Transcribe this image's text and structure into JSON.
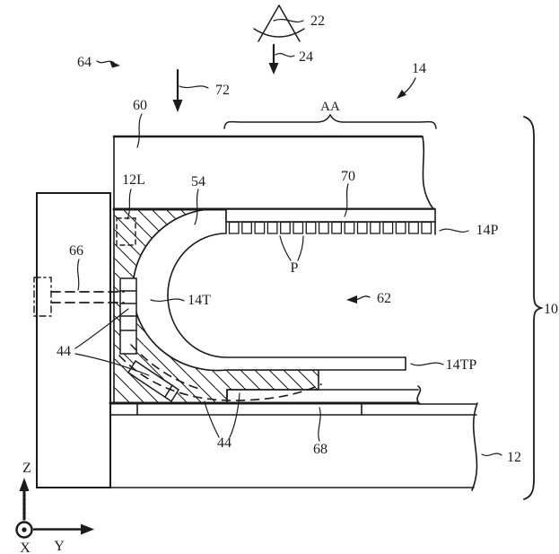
{
  "figure": {
    "kind": "patent cross-section technical drawing",
    "subject": "foldable display device cross-section with curved display band, pixel layer and substrates"
  },
  "colors": {
    "ink": "#1b1b1b",
    "background": "#ffffff"
  },
  "labels": {
    "n22": "22",
    "n24": "24",
    "n64": "64",
    "n72": "72",
    "n60": "60",
    "n14": "14",
    "aa": "AA",
    "n12L": "12L",
    "n54": "54",
    "n70": "70",
    "n14P": "14P",
    "p": "P",
    "n14T": "14T",
    "n62": "62",
    "n66": "66",
    "n44_upper": "44",
    "n44_lower": "44",
    "n68": "68",
    "n14TP": "14TP",
    "n12": "12",
    "n10": "10"
  },
  "axes": {
    "z": "Z",
    "x": "X",
    "y": "Y"
  }
}
